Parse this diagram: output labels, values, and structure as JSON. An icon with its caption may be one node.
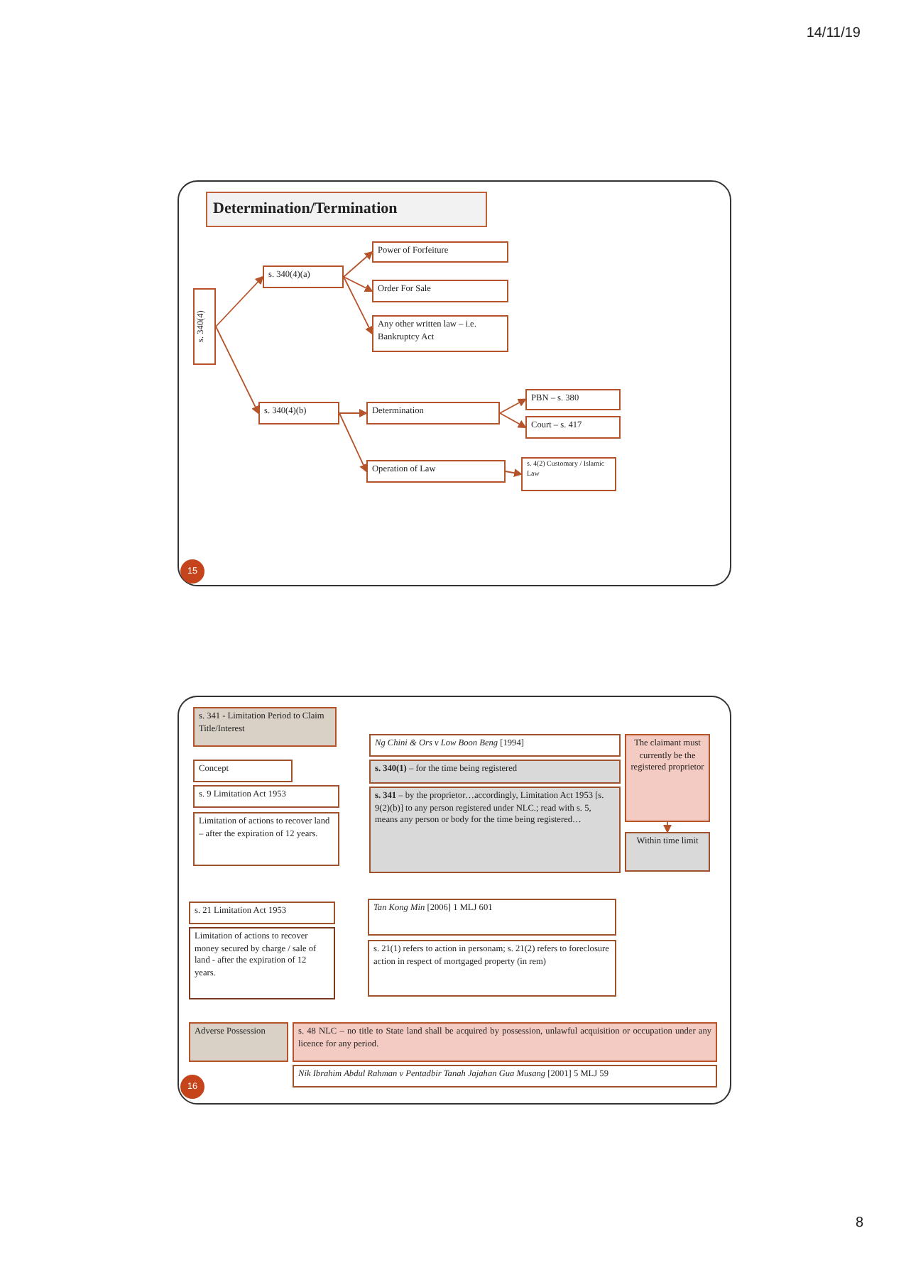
{
  "diagram": {
    "nodes": [
      {
        "text": [
          "Determination/Termination"
        ]
      },
      {
        "text": [
          "s. 340(4)"
        ]
      },
      {
        "text": [
          "s. 340(4)(a)"
        ]
      },
      {
        "text": [
          "Power of Forfeiture"
        ]
      },
      {
        "text": [
          "Order For Sale"
        ]
      },
      {
        "text": [
          "Any other written law – i.e. Bankruptcy Act"
        ]
      },
      {
        "text": [
          "s. 340(4)(b)"
        ]
      },
      {
        "text": [
          "Determination"
        ]
      },
      {
        "text": [
          "PBN – s. 380"
        ]
      },
      {
        "text": [
          "Court – s. 417"
        ]
      },
      {
        "text": [
          "Operation of Law"
        ]
      },
      {
        "text": [
          "s. 4(2) Customary / Islamic Law"
        ]
      },
      {
        "text": [
          "15"
        ]
      },
      {
        "text": [
          "s. 341 - Limitation Period to Claim Title/Interest"
        ]
      },
      {
        "text": [
          "Concept"
        ]
      },
      {
        "text": [
          "s. 9 Limitation Act 1953"
        ]
      },
      {
        "text": [
          "Limitation of actions to recover land – after the expiration of 12 years."
        ]
      },
      {
        "text": [
          "*Ng Chini & Ors v Low Boon Beng* [1994]"
        ]
      },
      {
        "text": [
          "**s. 340(1)** – for the time being registered"
        ]
      },
      {
        "text": [
          "**s. 341** – by the proprietor…accordingly, Limitation Act 1953 [s. 9(2)(b)] to any person registered under NLC.; read with s. 5, means any person or body for the time being registered…"
        ]
      },
      {
        "text": [
          "The claimant must currently be the registered proprietor"
        ]
      },
      {
        "text": [
          "Within time limit"
        ]
      },
      {
        "text": [
          "s. 21 Limitation Act 1953"
        ]
      },
      {
        "text": [
          "Limitation of actions to recover money secured by charge / sale of land - after the expiration of 12 years."
        ]
      },
      {
        "text": [
          "*Tan Kong Min* [2006] 1 MLJ 601"
        ]
      },
      {
        "text": [
          "s. 21(1) refers to action in personam; s. 21(2) refers to foreclosure action in respect of mortgaged property (in rem)"
        ]
      },
      {
        "text": [
          "Adverse Possession"
        ]
      },
      {
        "text": [
          "s. 48 NLC – no title to State land shall be acquired by possession, unlawful acquisition or occupation under any licence for any period."
        ]
      },
      {
        "text": [
          "*Nik Ibrahim Abdul Rahman v Pentadbir Tanah Jajahan Gua Musang* [2001] 5 MLJ 59"
        ]
      },
      {
        "text": [
          "16"
        ]
      }
    ],
    "edges": [
      {
        "from": 1,
        "to": 2,
        "arrow": "to"
      },
      {
        "from": 1,
        "to": 6,
        "arrow": "to"
      },
      {
        "from": 2,
        "to": 3,
        "arrow": "to"
      },
      {
        "from": 2,
        "to": 4,
        "arrow": "to"
      },
      {
        "from": 2,
        "to": 5,
        "arrow": "to"
      },
      {
        "from": 6,
        "to": 7,
        "arrow": "to"
      },
      {
        "from": 6,
        "to": 10,
        "arrow": "to"
      },
      {
        "from": 7,
        "to": 8,
        "arrow": "to"
      },
      {
        "from": 7,
        "to": 9,
        "arrow": "to"
      },
      {
        "from": 10,
        "to": 11,
        "arrow": "to"
      },
      {
        "from": 20,
        "to": 21,
        "arrow": "to"
      }
    ],
    "labels": [
      "14/11/19",
      "8"
    ]
  }
}
